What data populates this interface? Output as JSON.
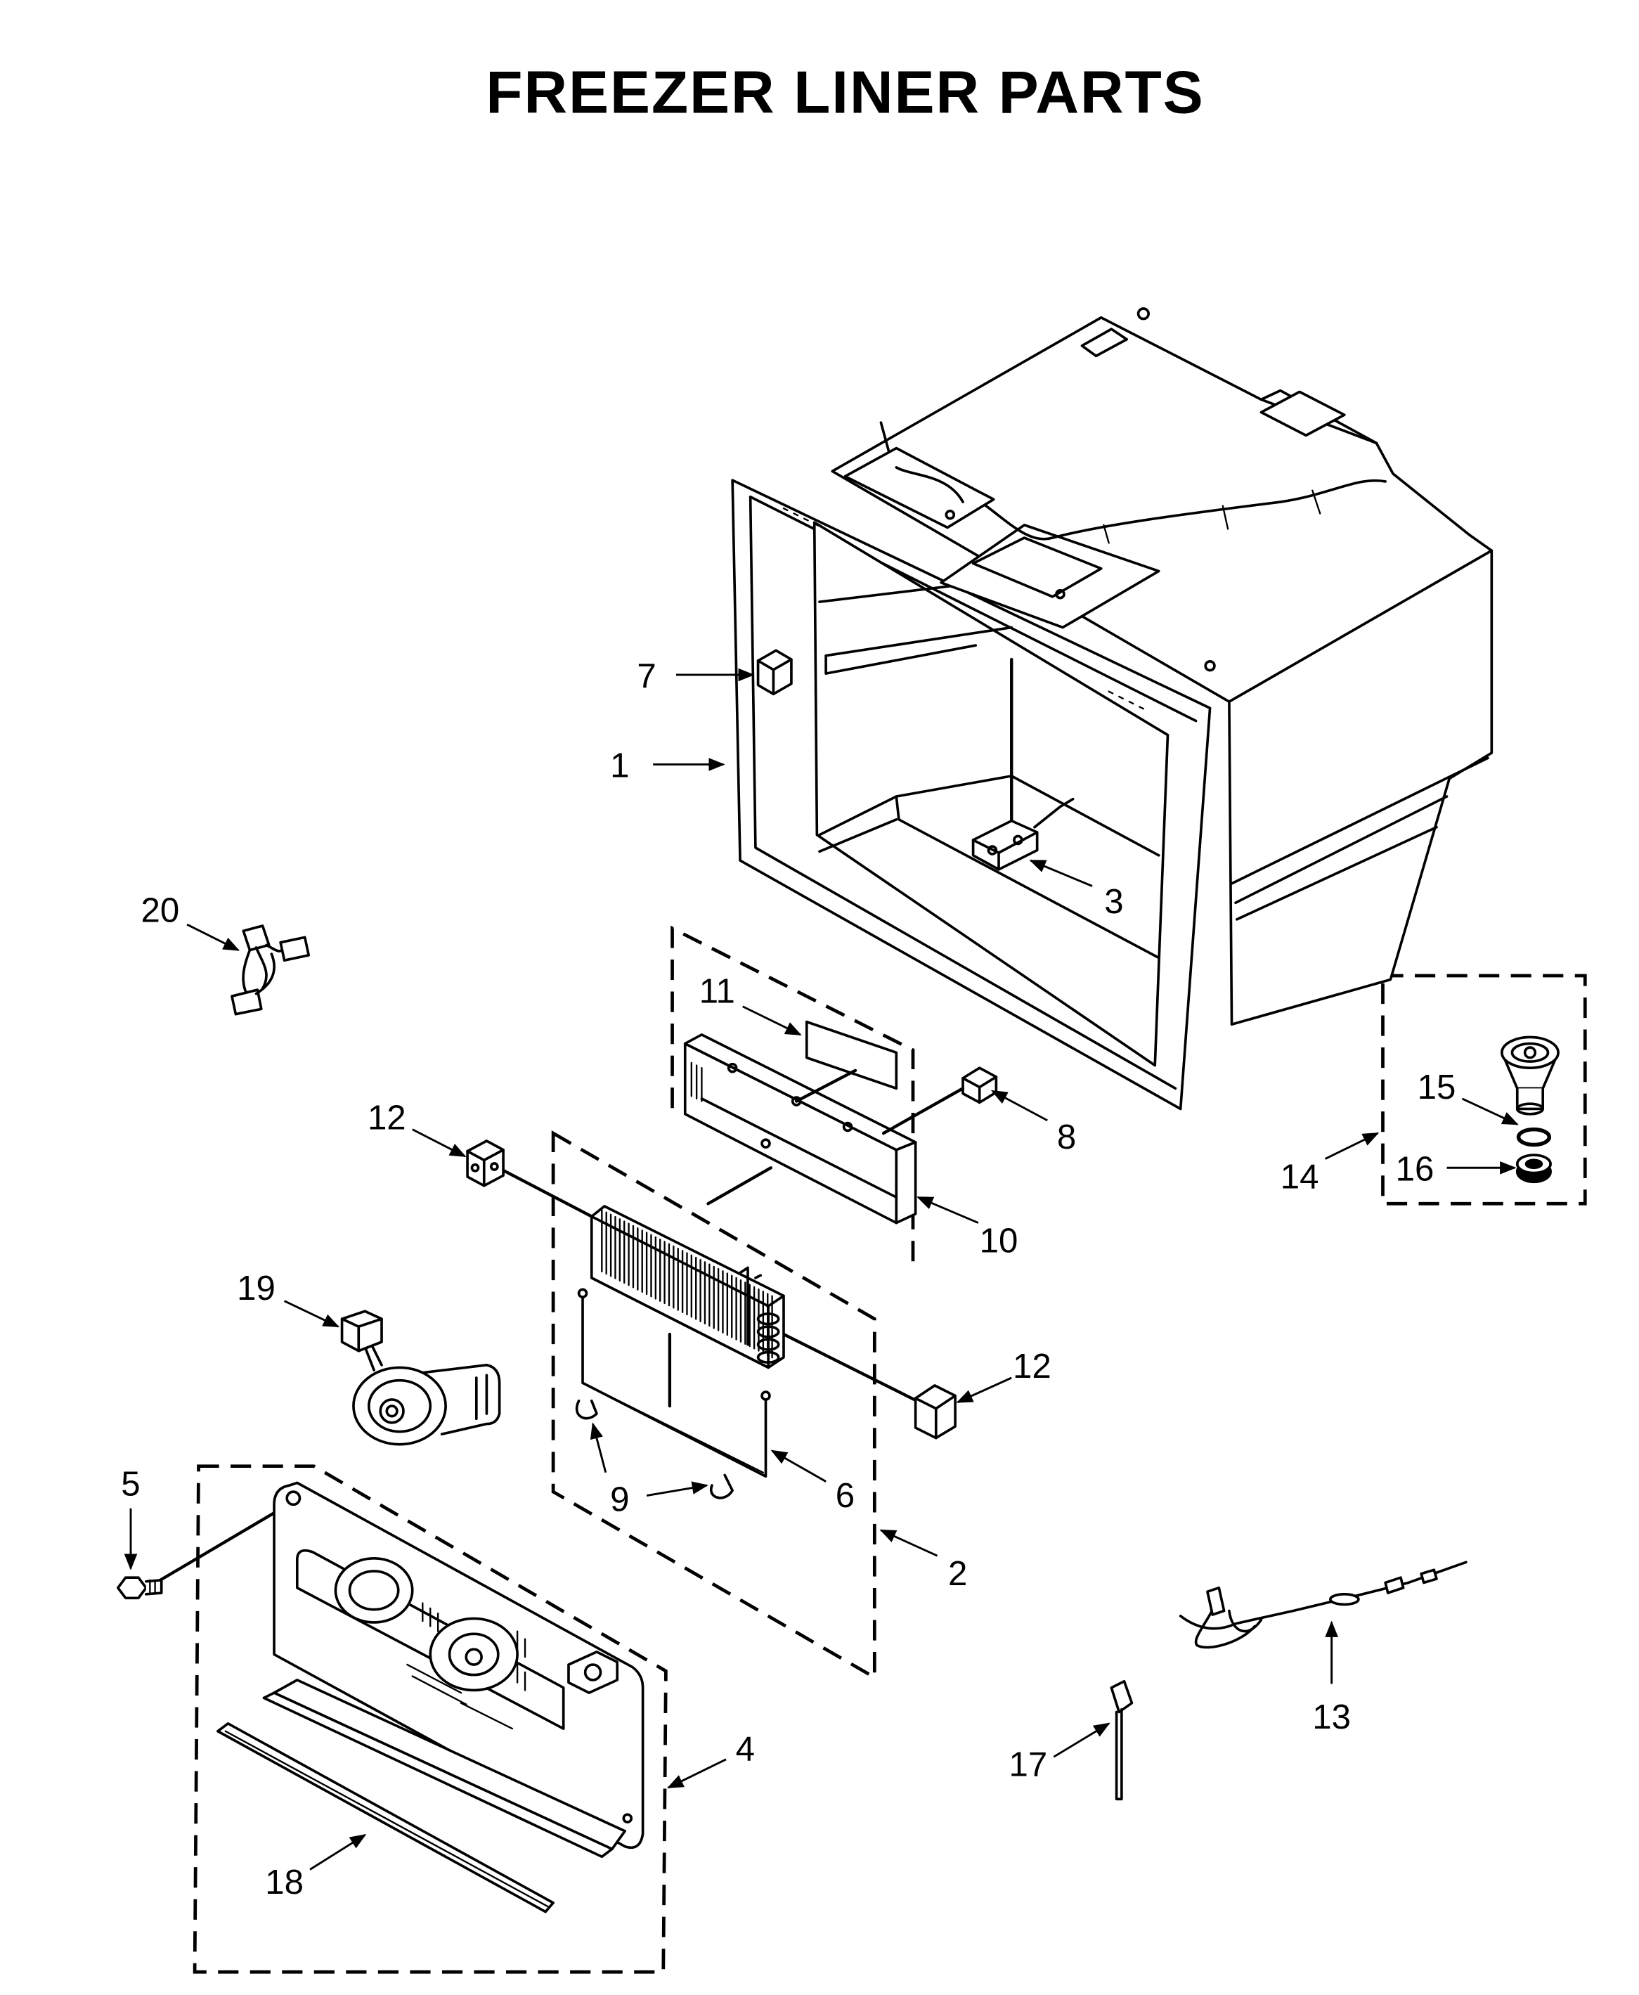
{
  "title": "FREEZER LINER PARTS",
  "callouts": [
    "1",
    "2",
    "3",
    "4",
    "5",
    "6",
    "7",
    "8",
    "9",
    "10",
    "11",
    "12",
    "12",
    "13",
    "14",
    "15",
    "16",
    "17",
    "18",
    "19",
    "20"
  ],
  "colors": {
    "line": "#000000",
    "background": "#ffffff"
  }
}
